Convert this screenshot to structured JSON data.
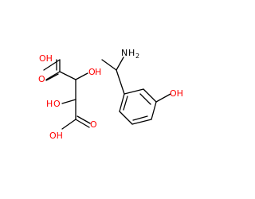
{
  "colors": {
    "background": "#ffffff",
    "bond": "#000000",
    "oxygen": "#ff0000",
    "nitrogen": "#000000"
  },
  "tartaric_acid": {
    "top_oh": "OH",
    "mid_right_o": "O",
    "mid_right_h": "H",
    "mid_left_h": "H",
    "mid_left_o": "O",
    "bottom_oh": "OH",
    "carbonyl_top_o": "O",
    "carbonyl_bottom_o": "O"
  },
  "amine_phenol": {
    "amine_n": "N",
    "amine_h": "H",
    "amine_sub": "2",
    "phenol_oh": "OH"
  }
}
